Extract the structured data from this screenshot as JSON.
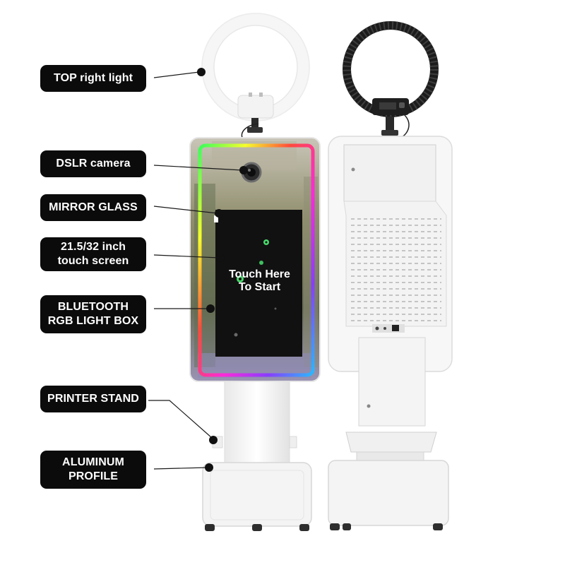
{
  "callouts": [
    {
      "id": "top-right-light",
      "lines": [
        "TOP right light"
      ]
    },
    {
      "id": "dslr-camera",
      "lines": [
        "DSLR camera"
      ]
    },
    {
      "id": "mirror-glass",
      "lines": [
        "MIRROR GLASS"
      ]
    },
    {
      "id": "touch-screen",
      "lines": [
        "21.5/32 inch",
        "touch screen"
      ]
    },
    {
      "id": "rgb-light-box",
      "lines": [
        "BLUETOOTH",
        "RGB LIGHT BOX"
      ]
    },
    {
      "id": "printer-stand",
      "lines": [
        "PRINTER STAND"
      ]
    },
    {
      "id": "aluminum-profile",
      "lines": [
        "ALUMINUM",
        "PROFILE"
      ]
    }
  ],
  "screen": {
    "lines": [
      "Touch Here",
      "To Start"
    ]
  },
  "colors": {
    "label_bg": "#0b0b0b",
    "label_text": "#ffffff",
    "screen_bg": "#111111"
  }
}
